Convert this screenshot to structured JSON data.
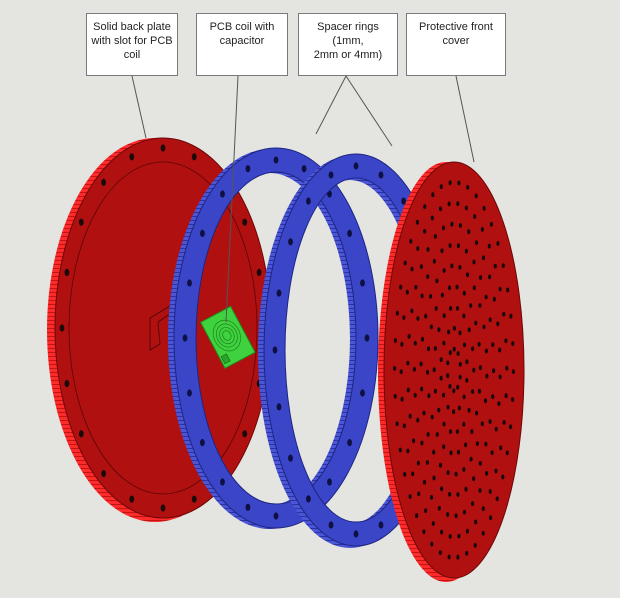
{
  "callouts": {
    "back_plate": "Solid back plate\nwith slot for PCB\ncoil",
    "pcb_coil": "PCB coil with\ncapacitor",
    "spacer_rings": "Spacer rings (1mm,\n2mm or 4mm)",
    "front_cover": "Protective front\ncover"
  },
  "colors": {
    "background": "#e4e4e0",
    "plate_red": "#b01010",
    "plate_edge": "#f02020",
    "ring_blue": "#3a45c8",
    "ring_edge": "#5560e0",
    "pcb_green": "#3fd23f",
    "leader_line": "#555555"
  }
}
